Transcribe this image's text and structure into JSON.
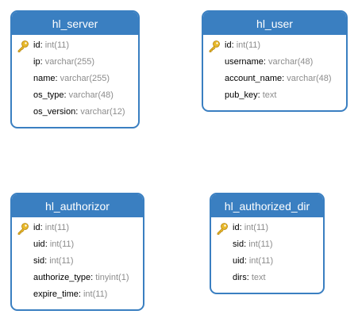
{
  "tables": [
    {
      "name": "hl_server",
      "fields": [
        {
          "name": "id",
          "type": "int(11)",
          "icon": "key-icon"
        },
        {
          "name": "ip",
          "type": "varchar(255)"
        },
        {
          "name": "name",
          "type": "varchar(255)"
        },
        {
          "name": "os_type",
          "type": "varchar(48)"
        },
        {
          "name": "os_version",
          "type": "varchar(12)"
        }
      ]
    },
    {
      "name": "hl_user",
      "fields": [
        {
          "name": "id",
          "type": "int(11)",
          "icon": "key-icon"
        },
        {
          "name": "username",
          "type": "varchar(48)"
        },
        {
          "name": "account_name",
          "type": "varchar(48)"
        },
        {
          "name": "pub_key",
          "type": "text"
        }
      ]
    },
    {
      "name": "hl_authorizor",
      "fields": [
        {
          "name": "id",
          "type": "int(11)",
          "icon": "key-icon"
        },
        {
          "name": "uid",
          "type": "int(11)"
        },
        {
          "name": "sid",
          "type": "int(11)"
        },
        {
          "name": "authorize_type",
          "type": "tinyint(1)"
        },
        {
          "name": "expire_time",
          "type": "int(11)"
        }
      ]
    },
    {
      "name": "hl_authorized_dir",
      "fields": [
        {
          "name": "id",
          "type": "int(11)",
          "icon": "key-icon"
        },
        {
          "name": "sid",
          "type": "int(11)"
        },
        {
          "name": "uid",
          "type": "int(11)"
        },
        {
          "name": "dirs",
          "type": "text"
        }
      ]
    }
  ],
  "colors": {
    "header": "#3a7fc1",
    "border": "#3a7fc1",
    "type_text": "#8c8c8c",
    "key": "#e8b92c"
  }
}
